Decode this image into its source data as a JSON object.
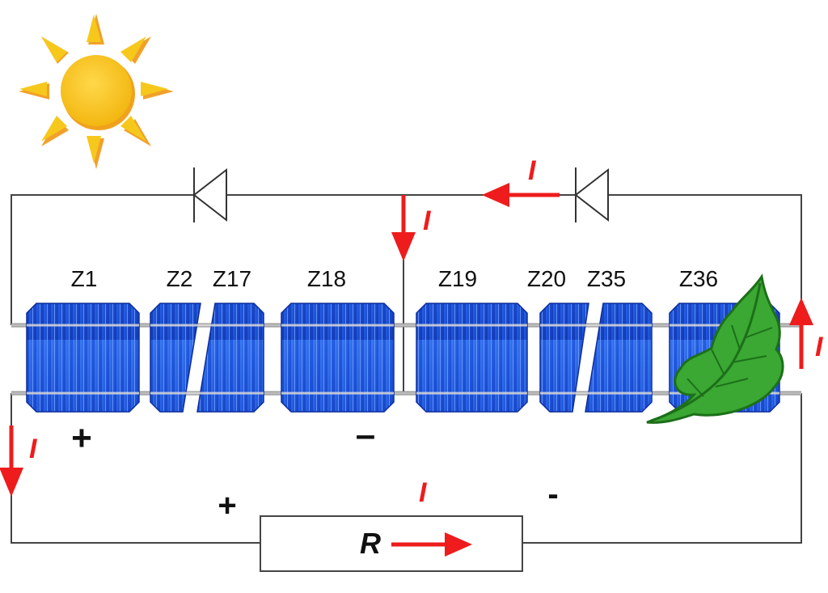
{
  "colors": {
    "wire": "#444444",
    "current_arrow": "#ee1c1c",
    "cell_blue": "#1e4fd8",
    "cell_light": "#3d7af0",
    "sun": "#f5c518",
    "sun_rays": "#f1a12a",
    "leaf": "#3aa832",
    "leaf_dark": "#1d6f1a"
  },
  "cells": [
    {
      "id": "Z1",
      "label": "Z1"
    },
    {
      "id": "Z2-Z17",
      "label_left": "Z2",
      "label_right": "Z17"
    },
    {
      "id": "Z18",
      "label": "Z18"
    },
    {
      "id": "Z19",
      "label": "Z19"
    },
    {
      "id": "Z20-Z35",
      "label_left": "Z20",
      "label_right": "Z35"
    },
    {
      "id": "Z36",
      "label": "Z36",
      "shaded_by": "leaf-icon"
    }
  ],
  "polarity": {
    "group1_plus": "+",
    "group1_minus": "–",
    "load_plus": "+",
    "load_minus": "-"
  },
  "current": {
    "label": "I"
  },
  "resistor": {
    "label": "R"
  },
  "icons": [
    "sun-icon",
    "bypass-diode-icon",
    "leaf-icon",
    "current-arrow-icon"
  ]
}
